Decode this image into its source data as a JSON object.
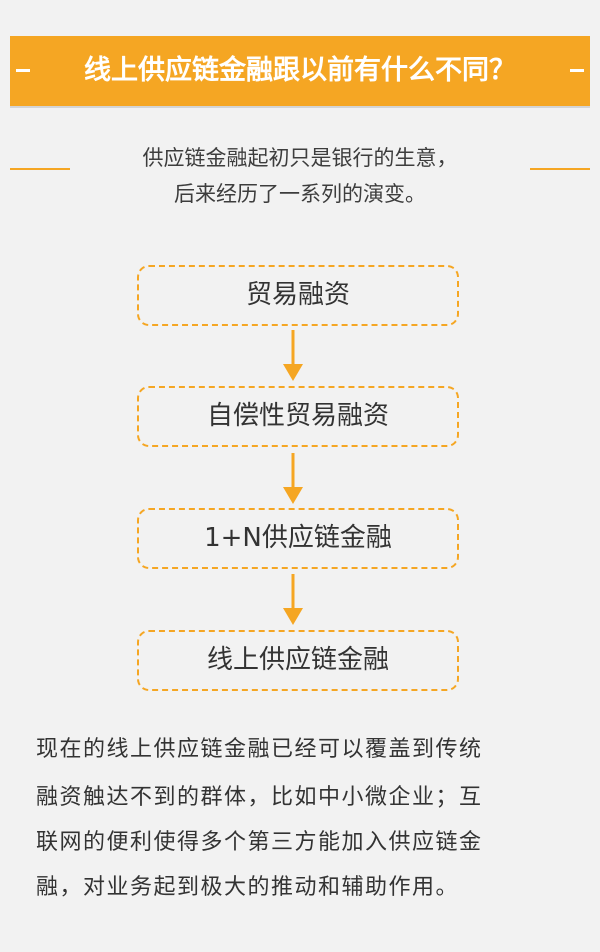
{
  "header": {
    "title": "线上供应链金融跟以前有什么不同？"
  },
  "intro": {
    "line1": "供应链金融起初只是银行的生意，",
    "line2": "后来经历了一系列的演变。"
  },
  "flow": {
    "steps": [
      "贸易融资",
      "自偿性贸易融资",
      "1+N供应链金融",
      "线上供应链金融"
    ]
  },
  "conclusion": {
    "lines": [
      "现在的线上供应链金融已经可以覆盖到传统",
      "融资触达不到的群体，比如中小微企业；互",
      "联网的便利使得多个第三方能加入供应链金",
      "融，对业务起到极大的推动和辅助作用。"
    ]
  },
  "colors": {
    "accent": "#f5a623",
    "background": "#f2f2f2",
    "text": "#333333"
  }
}
